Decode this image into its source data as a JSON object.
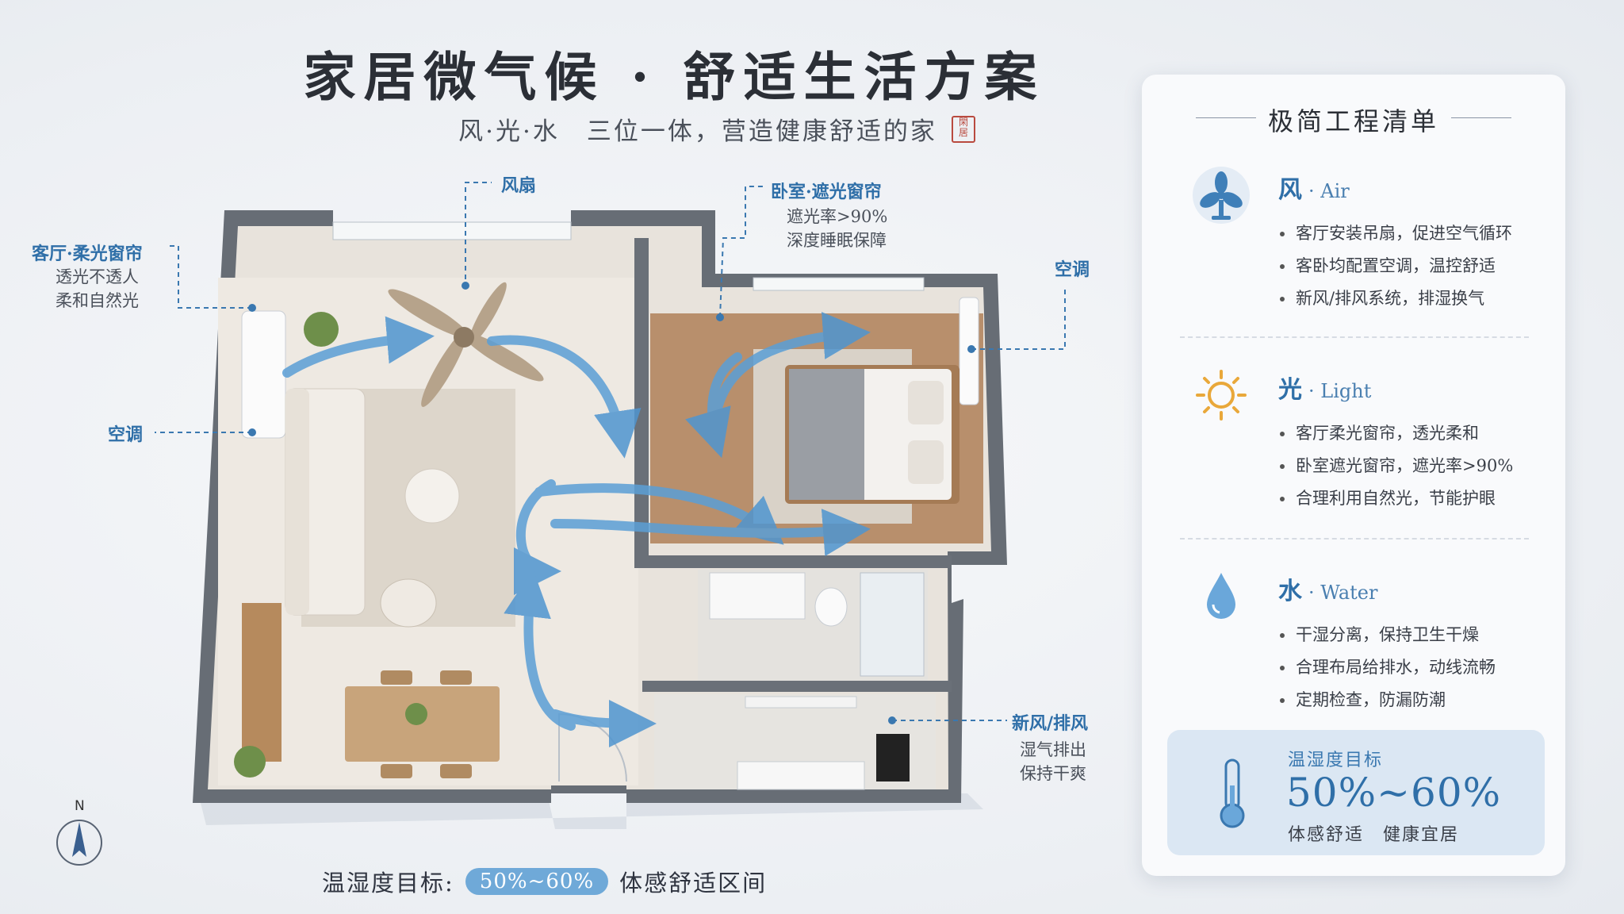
{
  "header": {
    "title": "家居微气候 · 舒适生活方案",
    "subtitle": "风·光·水　三位一体，营造健康舒适的家",
    "seal_text": "閑居"
  },
  "callouts": {
    "fan": "风扇",
    "bedroom_curtain": {
      "label": "卧室·遮光窗帘",
      "line1": "遮光率>90%",
      "line2": "深度睡眠保障"
    },
    "living_curtain": {
      "label": "客厅·柔光窗帘",
      "line1": "透光不透人",
      "line2": "柔和自然光"
    },
    "ac_right": "空调",
    "ac_left": "空调",
    "ventilation": {
      "label": "新风/排风",
      "line1": "湿气排出",
      "line2": "保持干爽"
    }
  },
  "compass": {
    "north": "N"
  },
  "bottom_bar": {
    "label": "温湿度目标:",
    "value": "50%~60%",
    "note": "体感舒适区间"
  },
  "panel": {
    "heading": "极简工程清单",
    "sections": [
      {
        "icon": "fan-icon",
        "title": "风",
        "en": "· Air",
        "items": [
          "客厅安装吊扇，促进空气循环",
          "客卧均配置空调，温控舒适",
          "新风/排风系统，排湿换气"
        ]
      },
      {
        "icon": "sun-icon",
        "title": "光",
        "en": "· Light",
        "items": [
          "客厅柔光窗帘，透光柔和",
          "卧室遮光窗帘，遮光率>90%",
          "合理利用自然光，节能护眼"
        ]
      },
      {
        "icon": "water-drop-icon",
        "title": "水",
        "en": "· Water",
        "items": [
          "干湿分离，保持卫生干燥",
          "合理布局给排水，动线流畅",
          "定期检查，防漏防潮"
        ]
      }
    ],
    "target": {
      "label": "温湿度目标",
      "value": "50%~60%",
      "note": "体感舒适　健康宜居"
    }
  },
  "colors": {
    "accent": "#2f6fa8",
    "pill": "#6fa9d8",
    "seal": "#b94a3f",
    "airflow": "#5b9fd6"
  }
}
